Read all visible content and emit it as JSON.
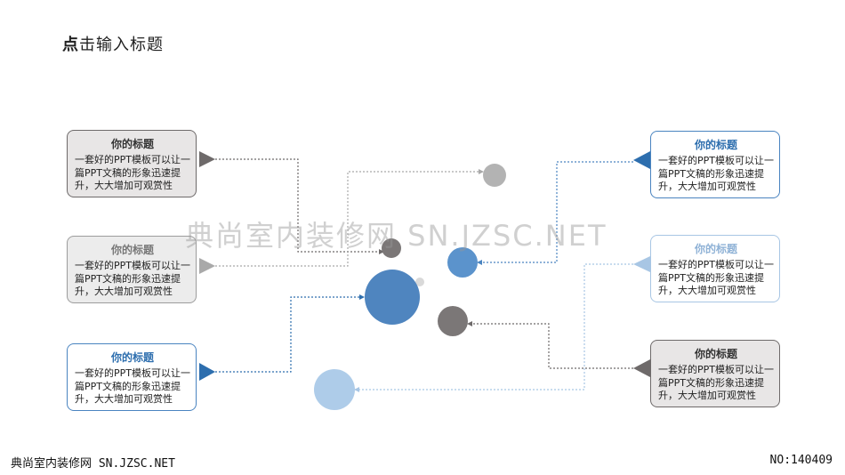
{
  "title": {
    "bold": "点",
    "rest": "击输入标题"
  },
  "cards": [
    {
      "title": "你的标题",
      "body": "一套好的PPT模板可以让一篇PPT文稿的形象迅速提升，大大增加可观赏性"
    },
    {
      "title": "你的标题",
      "body": "一套好的PPT模板可以让一篇PPT文稿的形象迅速提升，大大增加可观赏性"
    },
    {
      "title": "你的标题",
      "body": "一套好的PPT模板可以让一篇PPT文稿的形象迅速提升，大大增加可观赏性"
    },
    {
      "title": "你的标题",
      "body": "一套好的PPT模板可以让一篇PPT文稿的形象迅速提升，大大增加可观赏性"
    },
    {
      "title": "你的标题",
      "body": "一套好的PPT模板可以让一篇PPT文稿的形象迅速提升，大大增加可观赏性"
    },
    {
      "title": "你的标题",
      "body": "一套好的PPT模板可以让一篇PPT文稿的形象迅速提升，大大增加可观赏性"
    }
  ],
  "watermark": "典尚室内装修网 SN.JZSC.NET",
  "footer": {
    "left": "典尚室内装修网 SN.JZSC.NET",
    "right": "NO:140409"
  },
  "colors": {
    "dark_gray": "#7b7777",
    "light_gray": "#a9a9a9",
    "blue": "#4a84c0",
    "light_blue": "#a8c6e4"
  }
}
